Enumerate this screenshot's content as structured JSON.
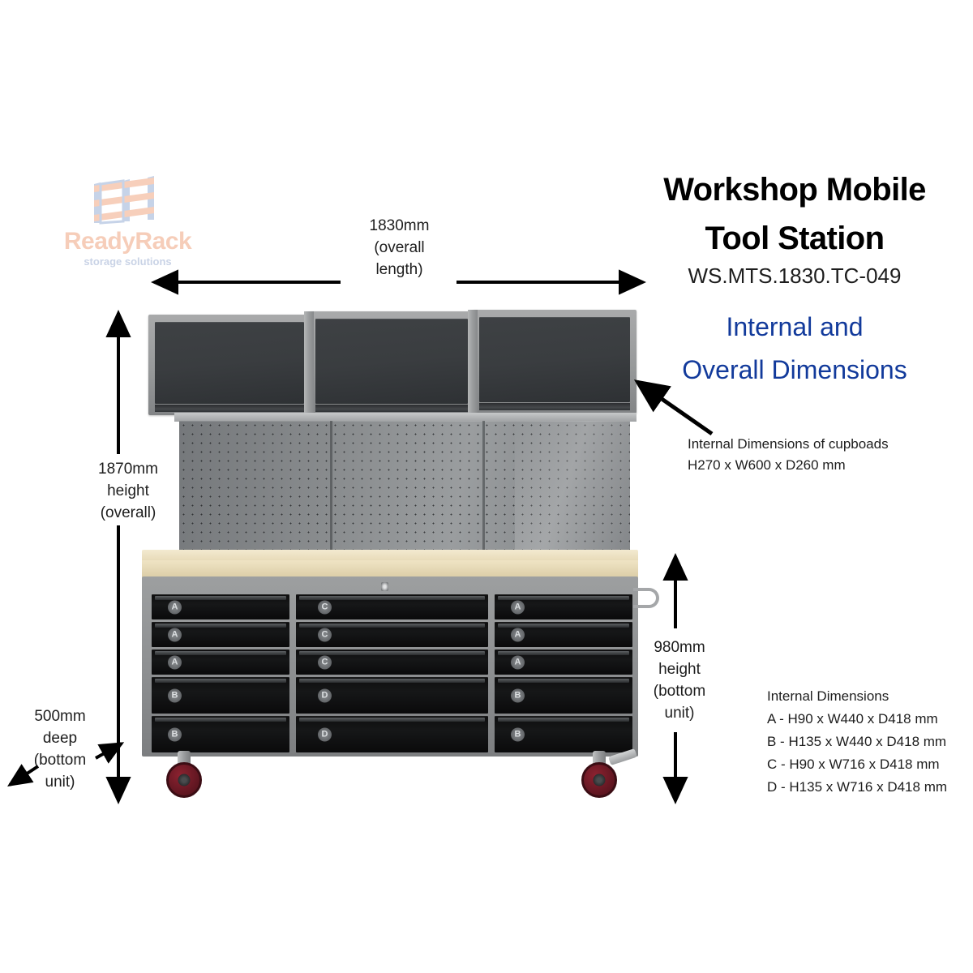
{
  "logo": {
    "name": "ReadyRack",
    "tagline": "storage solutions",
    "mark_icon": "shelving-rack-icon",
    "name_color": "#f6cdb9",
    "tagline_color": "#c9d3e6"
  },
  "header": {
    "title_line1": "Workshop Mobile",
    "title_line2": "Tool Station",
    "sku": "WS.MTS.1830.TC-049",
    "subtitle_line1": "Internal and",
    "subtitle_line2": "Overall Dimensions",
    "subtitle_color": "#123a9b"
  },
  "dimensions": {
    "overall_length": "1830mm\n(overall\nlength)",
    "overall_height": "1870mm\nheight\n(overall)",
    "bottom_unit_height": "980mm\nheight\n(bottom\nunit)",
    "bottom_unit_depth": "500mm\ndeep\n(bottom\nunit)"
  },
  "callouts": {
    "cupboard_note_line1": "Internal Dimensions of cupboads",
    "cupboard_note_line2": "H270 x W600 x D260 mm"
  },
  "internal_dimensions": {
    "heading": "Internal Dimensions",
    "rows": [
      "A - H90 x W440 x D418 mm",
      "B - H135 x W440 x D418 mm",
      "C - H90 x W716 x D418 mm",
      "D - H135 x W716 x D418 mm"
    ]
  },
  "product": {
    "overhead_cupboards": [
      {
        "label": "cupboard-left"
      },
      {
        "label": "cupboard-center"
      },
      {
        "label": "cupboard-right"
      }
    ],
    "pegboard_panels": 3,
    "worktop_material": "light timber",
    "drawer_columns": {
      "left": [
        "A",
        "A",
        "A",
        "B",
        "B"
      ],
      "center": [
        "C",
        "C",
        "C",
        "D",
        "D"
      ],
      "right": [
        "A",
        "A",
        "A",
        "B",
        "B"
      ]
    },
    "caster_count": 2,
    "caster_color": "#6e1a26",
    "frame_color": "#8e9092",
    "drawer_color": "#101112"
  }
}
